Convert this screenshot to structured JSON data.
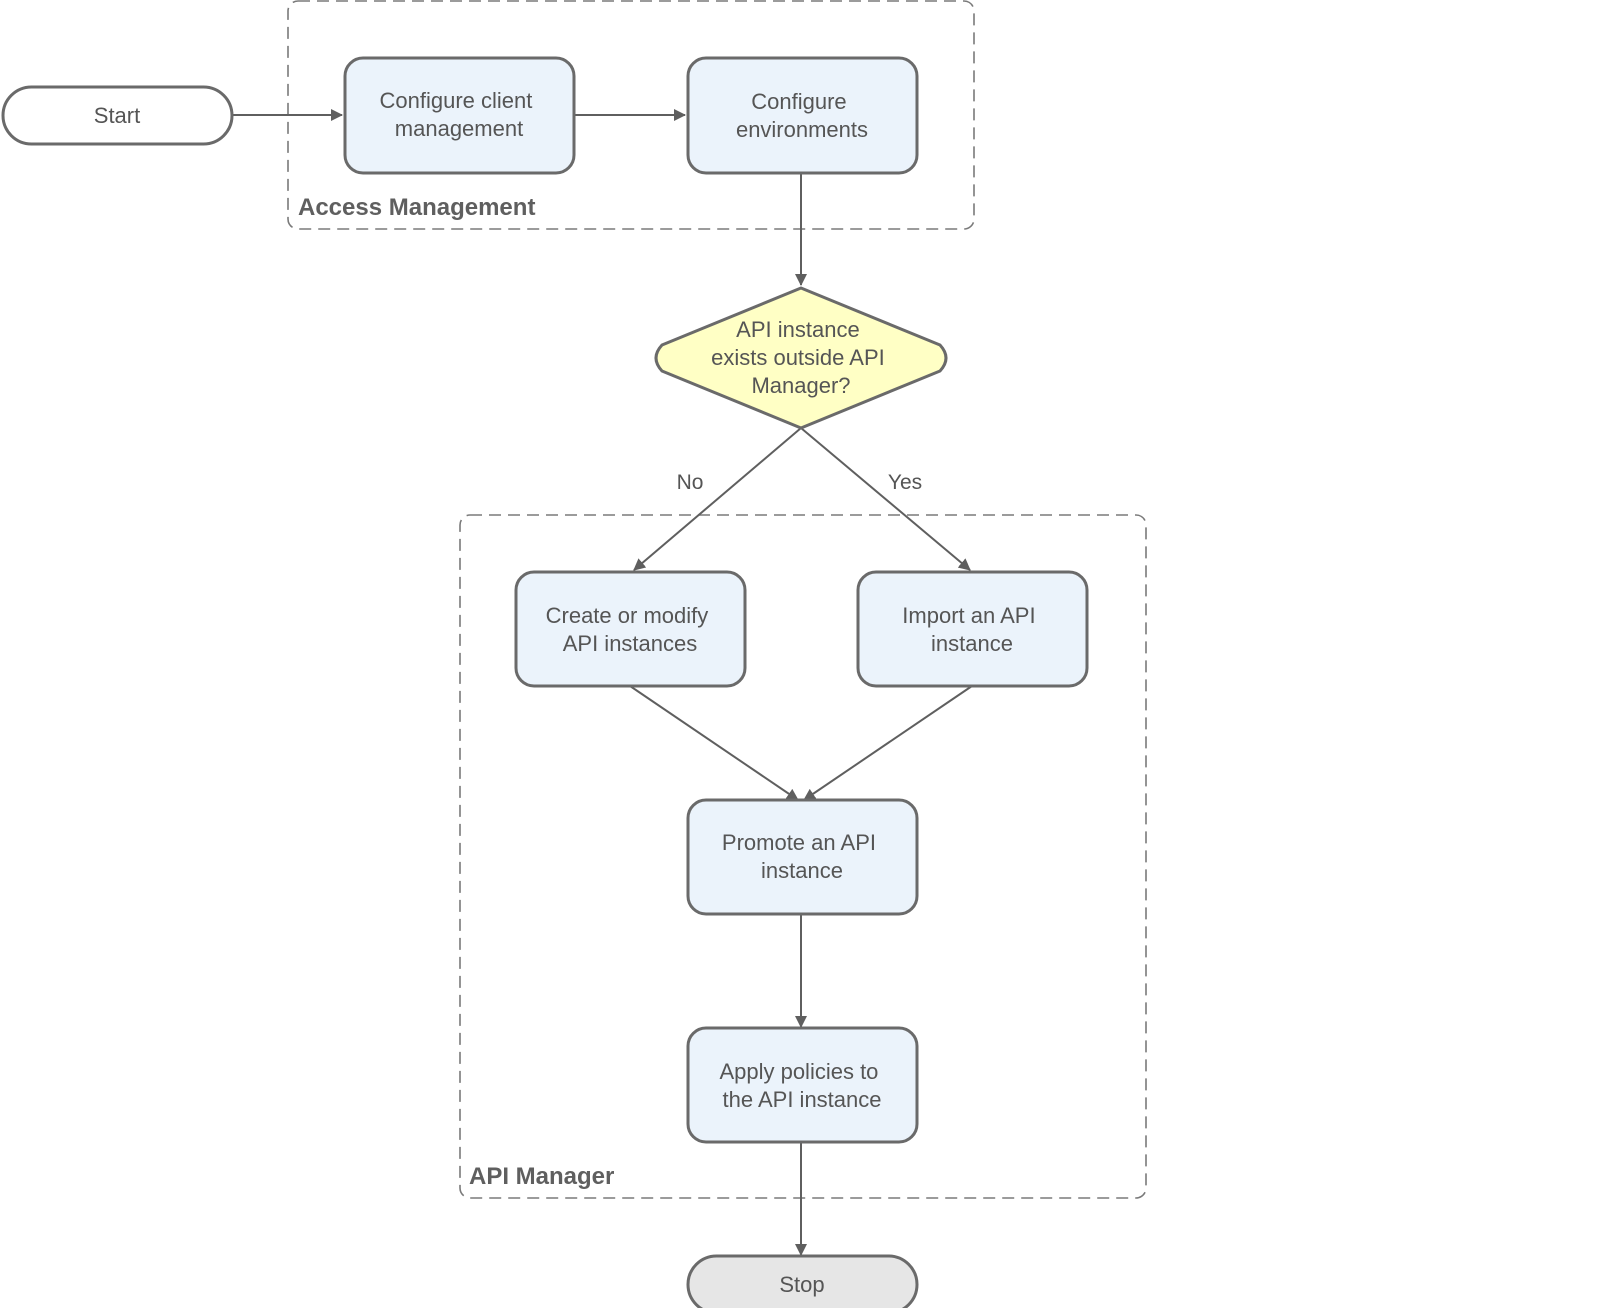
{
  "groups": {
    "access_management": {
      "label": "Access Management"
    },
    "api_manager": {
      "label": "API Manager"
    }
  },
  "nodes": {
    "start": {
      "label": "Start"
    },
    "configure_client_management": {
      "lines": [
        "Configure client",
        "management"
      ]
    },
    "configure_environments": {
      "lines": [
        "Configure",
        "environments"
      ]
    },
    "decision": {
      "lines": [
        "API instance",
        "exists outside API",
        "Manager?"
      ]
    },
    "create_or_modify": {
      "lines": [
        "Create or modify",
        "API instances"
      ]
    },
    "import_instance": {
      "lines": [
        "Import an API",
        "instance"
      ]
    },
    "promote_instance": {
      "lines": [
        "Promote an API",
        "instance"
      ]
    },
    "apply_policies": {
      "lines": [
        "Apply policies to",
        "the API instance"
      ]
    },
    "stop": {
      "label": "Stop"
    }
  },
  "edges": {
    "no_label": "No",
    "yes_label": "Yes"
  },
  "colors": {
    "process_fill": "#ebf3fb",
    "decision_fill": "#ffffc5",
    "stop_fill": "#e6e6e6",
    "stroke": "#6a6a6a"
  }
}
